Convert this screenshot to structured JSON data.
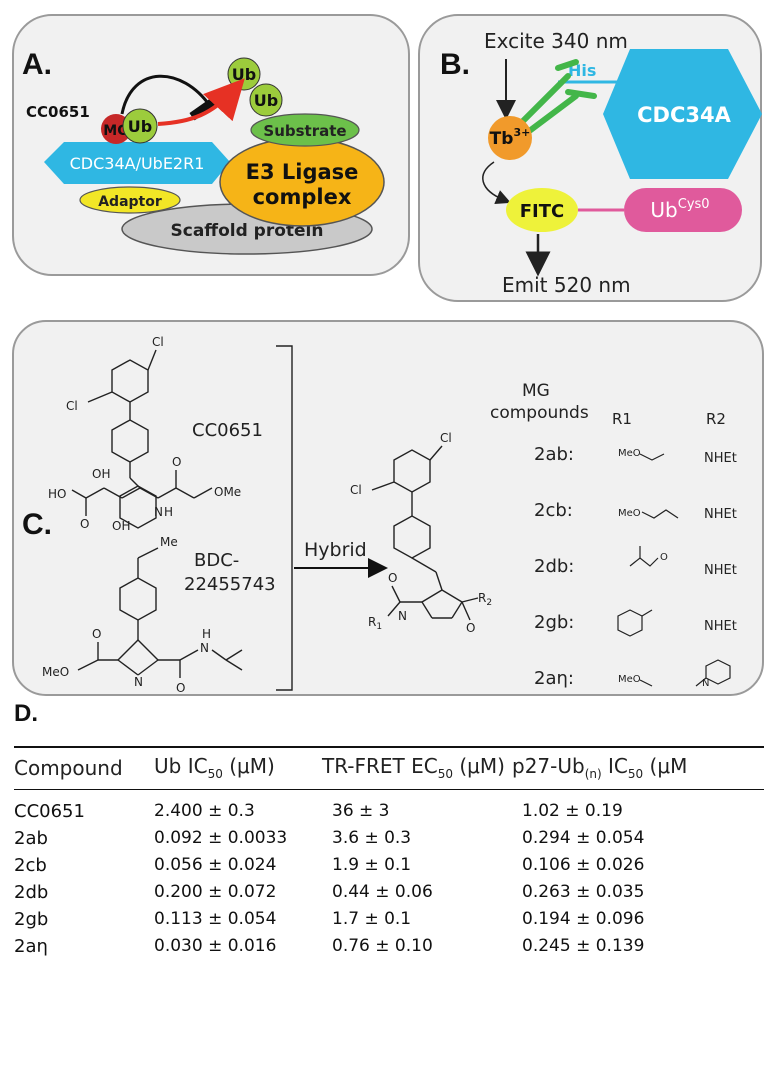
{
  "panel_a": {
    "label": "A.",
    "compound": "CC0651",
    "mg": "MG",
    "ub": "Ub",
    "e2": "CDC34A/UbE2R1",
    "substrate": "Substrate",
    "e3_line1": "E3 Ligase",
    "e3_line2": "complex",
    "adaptor": "Adaptor",
    "scaffold": "Scaffold protein"
  },
  "panel_b": {
    "label": "B.",
    "excite": "Excite 340 nm",
    "tb": "Tb",
    "tb_sup": "3+",
    "his": "His",
    "cdc34a": "CDC34A",
    "fitc": "FITC",
    "ub": "Ub",
    "ub_sup": "Cys0",
    "emit": "Emit 520 nm"
  },
  "panel_c": {
    "label": "C.",
    "cc0651": "CC0651",
    "bdc_line1": "BDC-",
    "bdc_line2": "22455743",
    "hybrid": "Hybrid",
    "mg_header_line1": "MG",
    "mg_header_line2": "compounds",
    "r1_header": "R1",
    "r2_header": "R2",
    "atoms": {
      "cl": "Cl",
      "oh": "OH",
      "ho": "HO",
      "o": "O",
      "n": "N",
      "h": "H",
      "me": "Me",
      "ome": "OMe",
      "meo": "MeO",
      "r1": "R",
      "r1_sub": "1",
      "r2": "R",
      "r2_sub": "2",
      "nhet": "NHEt"
    },
    "rows": [
      {
        "id": "2ab:",
        "r2": "NHEt"
      },
      {
        "id": "2cb:",
        "r2": "NHEt"
      },
      {
        "id": "2db:",
        "r2": "NHEt"
      },
      {
        "id": "2gb:",
        "r2": "NHEt"
      },
      {
        "id": "2aη:",
        "r2": ""
      }
    ]
  },
  "panel_d": {
    "label": "D.",
    "headers": {
      "compound": "Compound",
      "ub_ic50_pre": "Ub IC",
      "ub_ic50_sub": "50",
      "ub_ic50_post": " (μM)",
      "fret_pre": "TR-FRET EC",
      "fret_sub": "50",
      "fret_post": " (μM)",
      "p27_pre": "p27-Ub",
      "p27_sub": "(n)",
      "p27_mid": " IC",
      "p27_sub2": "50",
      "p27_post": " (μM"
    },
    "rows": [
      {
        "compound": "CC0651",
        "ub_ic50": "2.400 ± 0.3",
        "tr_fret_ec50": "36 ± 3",
        "p27_ic50": "1.02 ± 0.19"
      },
      {
        "compound": "2ab",
        "ub_ic50": "0.092 ± 0.0033",
        "tr_fret_ec50": "3.6 ± 0.3",
        "p27_ic50": "0.294 ± 0.054"
      },
      {
        "compound": "2cb",
        "ub_ic50": "0.056 ± 0.024",
        "tr_fret_ec50": "1.9 ± 0.1",
        "p27_ic50": "0.106 ± 0.026"
      },
      {
        "compound": "2db",
        "ub_ic50": "0.200 ± 0.072",
        "tr_fret_ec50": "0.44 ± 0.06",
        "p27_ic50": "0.263 ± 0.035"
      },
      {
        "compound": "2gb",
        "ub_ic50": "0.113 ± 0.054",
        "tr_fret_ec50": "1.7 ± 0.1",
        "p27_ic50": "0.194 ± 0.096"
      },
      {
        "compound": "2aη",
        "ub_ic50": "0.030 ± 0.016",
        "tr_fret_ec50": "0.76 ± 0.10",
        "p27_ic50": "0.245 ± 0.139"
      }
    ]
  },
  "colors": {
    "ub_green": "#9ccc3c",
    "cdc34a_blue": "#2fb7e3",
    "mg_red": "#c62828",
    "e3_orange": "#f6b417",
    "substrate_green": "#6cc04a",
    "adaptor_yellow": "#f2e626",
    "scaffold_gray": "#c9c9c9",
    "tb_orange": "#f19a2b",
    "fitc_yellow": "#eef23a",
    "ub_pink": "#e05a9c",
    "antibody_green": "#43b649",
    "arrow_red": "#e63124"
  }
}
